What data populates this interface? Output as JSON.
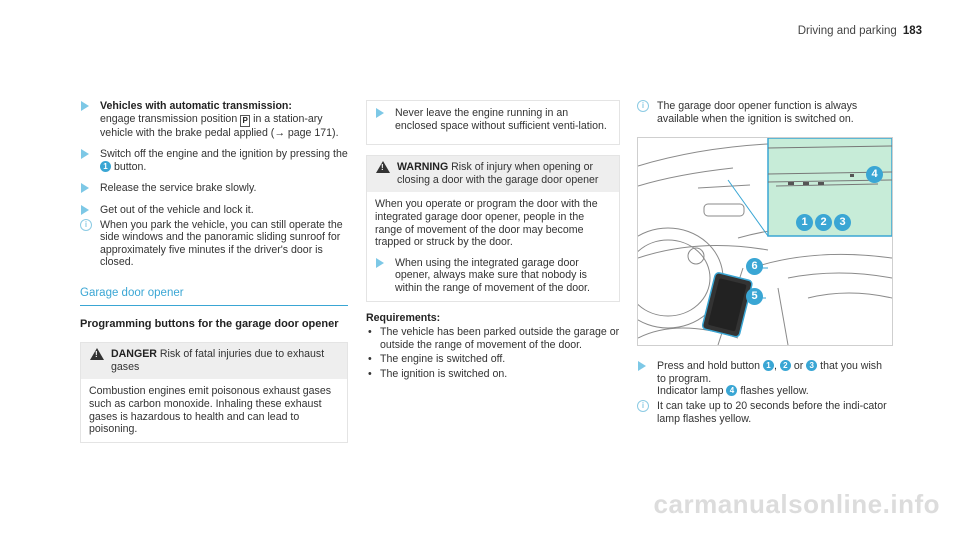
{
  "header": {
    "section": "Driving and parking",
    "page": "183"
  },
  "col1": {
    "steps_a": [
      {
        "bold": "Vehicles with automatic transmission:",
        "text_a": "engage transmission position ",
        "gear": "P",
        "text_b": " in a station-ary vehicle with the brake pedal applied (→ page 171)."
      },
      {
        "text_a": "Switch off the engine and the ignition by pressing the ",
        "num": "1",
        "text_b": " button."
      },
      {
        "text": "Release the service brake slowly."
      },
      {
        "text": "Get out of the vehicle and lock it."
      }
    ],
    "note_a": "When you park the vehicle, you can still operate the side windows and the panoramic sliding sunroof for approximately five minutes if the driver's door is closed.",
    "section_title": "Garage door opener",
    "sub_title": "Programming buttons for the garage door opener",
    "danger": {
      "label": "DANGER",
      "head": " Risk of fatal injuries due to exhaust gases",
      "body": "Combustion engines emit poisonous exhaust gases such as carbon monoxide. Inhaling these exhaust gases is hazardous to health and can lead to poisoning."
    }
  },
  "col2": {
    "step_box": "Never leave the engine running in an enclosed space without sufficient venti-lation.",
    "warning": {
      "label": "WARNING",
      "head": " Risk of injury when opening or closing a door with the garage door opener",
      "body": "When you operate or program the door with the integrated garage door opener, people in the range of movement of the door may become trapped or struck by the door.",
      "step": "When using the integrated garage door opener, always make sure that nobody is within the range of movement of the door."
    },
    "req_title": "Requirements:",
    "reqs": [
      "The vehicle has been parked outside the garage or outside the range of movement of the door.",
      "The engine is switched off.",
      "The ignition is switched on."
    ]
  },
  "col3": {
    "note_top": "The garage door opener function is always available when the ignition is switched on.",
    "figure": {
      "labels": [
        "1",
        "2",
        "3",
        "4",
        "5",
        "6"
      ],
      "accent": "#3aa6d4",
      "panel_bg": "#c7ecd8"
    },
    "step": {
      "t1": "Press and hold button ",
      "n1": "1",
      "t2": ", ",
      "n2": "2",
      "t3": " or ",
      "n3": "3",
      "t4": " that you wish to program.",
      "t5": "Indicator lamp ",
      "n4": "4",
      "t6": " flashes yellow."
    },
    "note_bottom": "It can take up to 20 seconds before the indi-cator lamp flashes yellow."
  },
  "footer": {
    "watermark": "carmanualsonline.info"
  }
}
